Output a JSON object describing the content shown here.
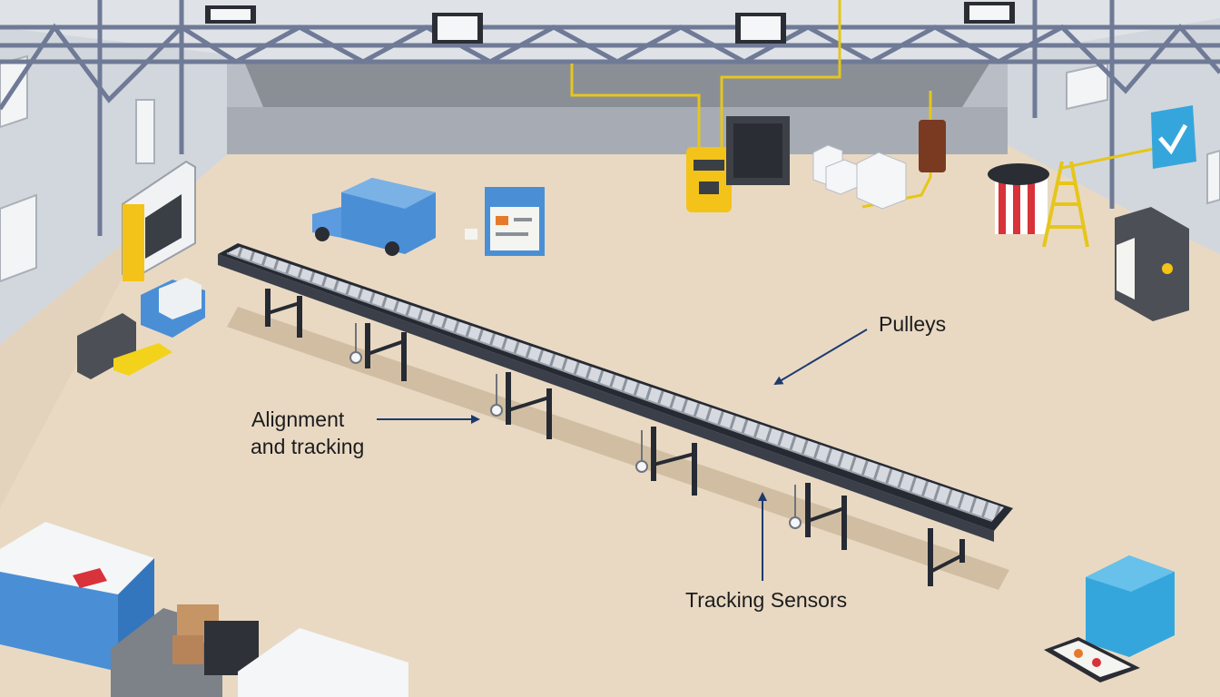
{
  "callouts": {
    "pulleys": "Pulleys",
    "alignment_line1": "Alignment",
    "alignment_line2": "and tracking",
    "tracking_sensors": "Tracking Sensors"
  },
  "colors": {
    "floor": "#e9d9c3",
    "wall": "#d9dde1",
    "truss": "#6f7a96",
    "conveyor_frame": "#262a33",
    "conveyor_belt": "#c9ced6",
    "annotation_arrow": "#1d3a70",
    "cable": "#e6c619",
    "blue_equipment": "#4a8fd6",
    "yellow_equipment": "#f3c319"
  },
  "icons": {
    "conveyor": "belt-conveyor",
    "truck": "delivery-truck-icon",
    "panel": "control-panel-icon",
    "generator": "generator-icon",
    "checkmark_sign": "checkmark-sign-icon",
    "ladder": "step-ladder-icon"
  }
}
